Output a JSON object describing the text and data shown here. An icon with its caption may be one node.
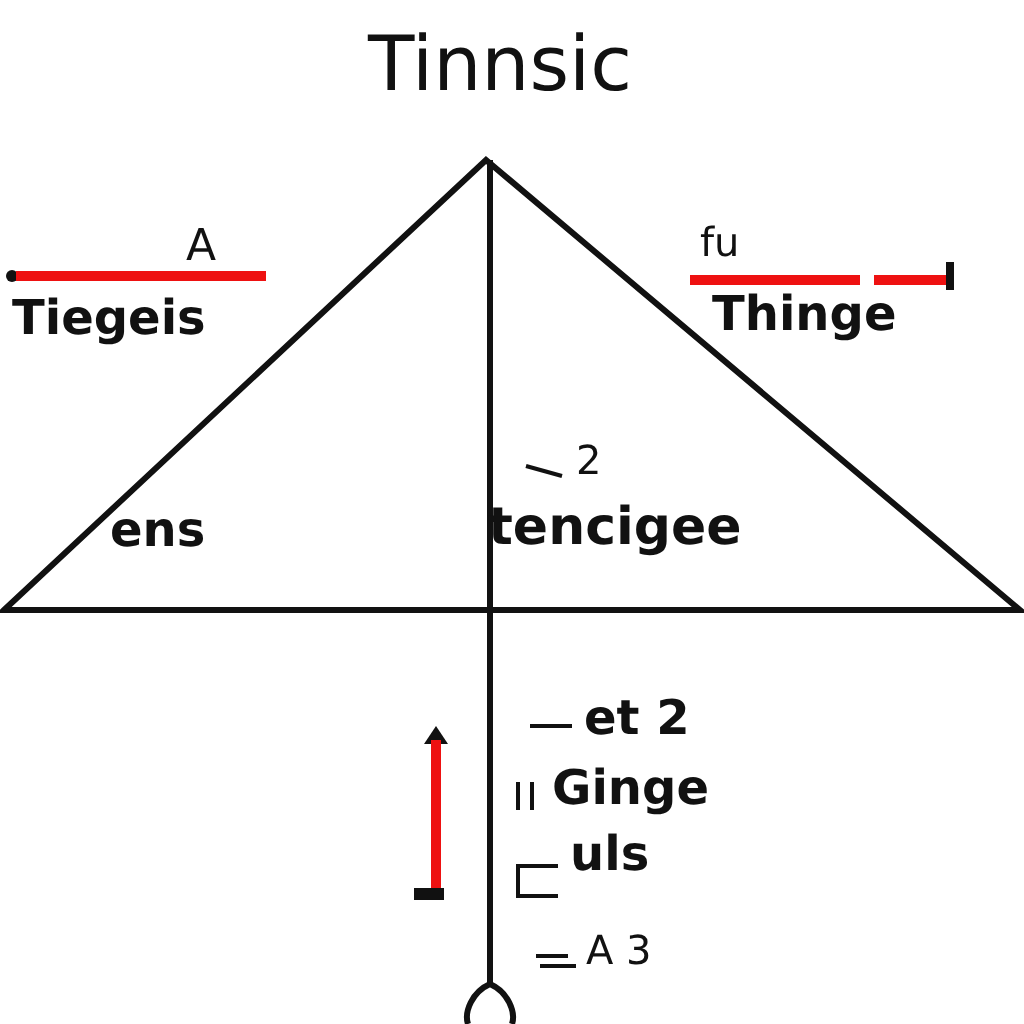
{
  "diagram": {
    "title": "Tinnsic",
    "labels": [
      "A",
      "Tiegeis",
      "fu",
      "Thinge",
      "2",
      "ens",
      "tencigee",
      "et 2",
      "Ginge",
      "uls",
      "A 3"
    ]
  }
}
